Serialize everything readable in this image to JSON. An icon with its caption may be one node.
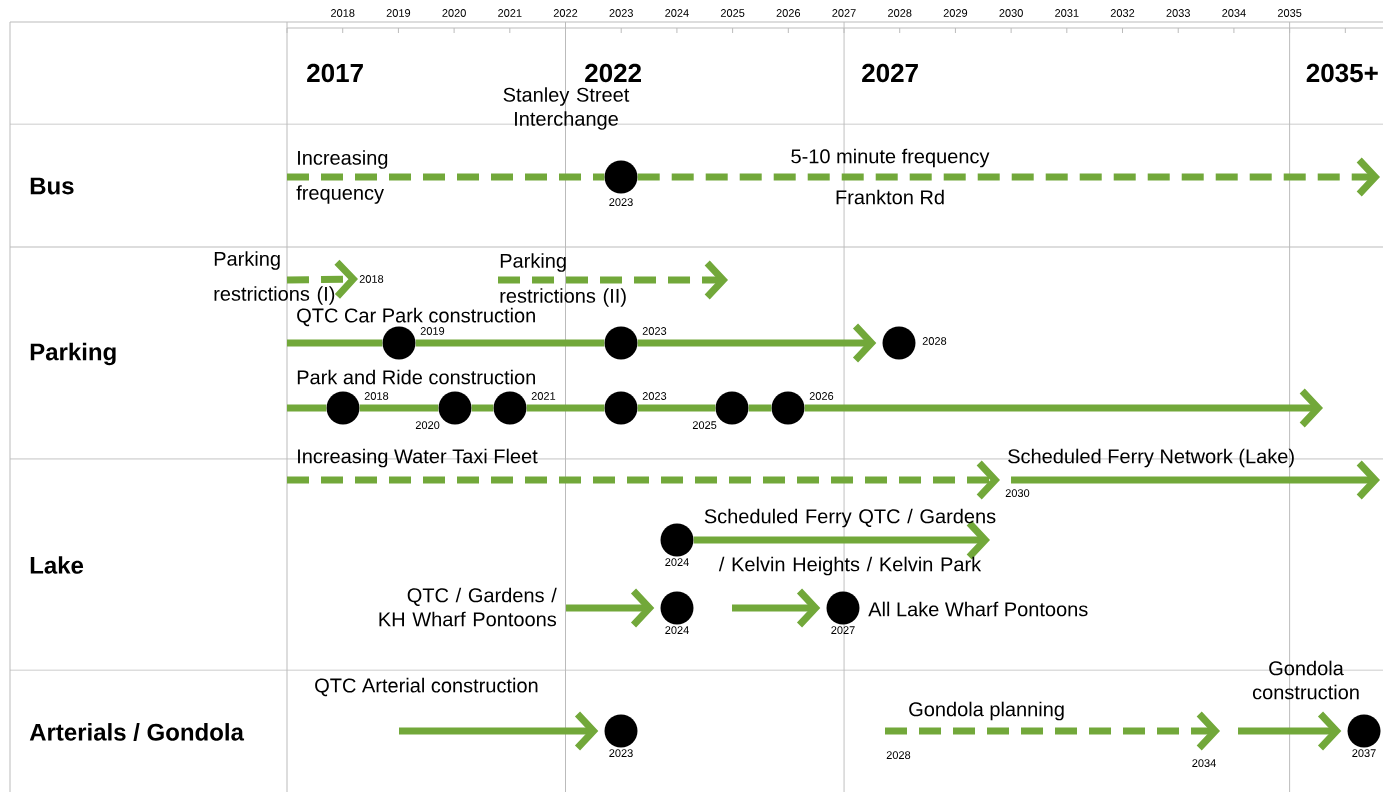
{
  "diagram": {
    "nodes": [
      {
        "text": [],
        "shape": "circle",
        "beside": [
          "Stanley Street Interchange",
          "2023"
        ]
      },
      {
        "text": [],
        "shape": "circle",
        "beside": [
          "2019"
        ]
      },
      {
        "text": [],
        "shape": "circle",
        "beside": [
          "2023"
        ]
      },
      {
        "text": [],
        "shape": "circle",
        "beside": [
          "2028"
        ]
      },
      {
        "text": [],
        "shape": "circle",
        "beside": [
          "2018"
        ]
      },
      {
        "text": [],
        "shape": "circle",
        "beside": [
          "2020"
        ]
      },
      {
        "text": [],
        "shape": "circle",
        "beside": [
          "2021"
        ]
      },
      {
        "text": [],
        "shape": "circle",
        "beside": [
          "2023"
        ]
      },
      {
        "text": [],
        "shape": "circle",
        "beside": [
          "2025"
        ]
      },
      {
        "text": [],
        "shape": "circle",
        "beside": [
          "2026"
        ]
      },
      {
        "text": [],
        "shape": "circle",
        "beside": [
          "2024"
        ]
      },
      {
        "text": [],
        "shape": "circle",
        "beside": [
          "2024"
        ]
      },
      {
        "text": [],
        "shape": "circle",
        "beside": [
          "2027",
          "All Lake Wharf Pontoons"
        ]
      },
      {
        "text": [],
        "shape": "circle",
        "beside": [
          "2023"
        ]
      },
      {
        "text": [],
        "shape": "circle",
        "beside": [
          "2037"
        ]
      },
      {
        "text": [
          "2018"
        ]
      },
      {
        "text": [
          "Parking restrictions (II)"
        ]
      },
      {
        "text": [
          "2030"
        ]
      },
      {
        "text": [
          "2028"
        ]
      },
      {
        "text": [
          "2034"
        ]
      }
    ],
    "edges": [
      {
        "from": null,
        "to": 0,
        "arrow": "none",
        "style": "dashed",
        "label": "Increasing frequency"
      },
      {
        "from": 0,
        "to": null,
        "arrow": "to",
        "style": "dashed",
        "label": "5-10 minute frequency"
      },
      {
        "from": null,
        "to": 1,
        "arrow": "none",
        "label": "QTC Car Park construction"
      },
      {
        "from": 1,
        "to": 2,
        "arrow": "none"
      },
      {
        "from": 2,
        "to": 3,
        "arrow": "to"
      },
      {
        "from": null,
        "to": 4,
        "arrow": "none",
        "label": "Park and Ride construction"
      },
      {
        "from": 4,
        "to": 5,
        "arrow": "none"
      },
      {
        "from": 5,
        "to": 6,
        "arrow": "none"
      },
      {
        "from": 6,
        "to": 7,
        "arrow": "none"
      },
      {
        "from": 7,
        "to": 8,
        "arrow": "none"
      },
      {
        "from": 8,
        "to": 9,
        "arrow": "none"
      },
      {
        "from": 9,
        "to": null,
        "arrow": "to"
      },
      {
        "from": 10,
        "to": null,
        "arrow": "to",
        "label": "Scheduled Ferry QTC / Gardens / Kelvin Heights / Kelvin Park"
      },
      {
        "from": null,
        "to": 11,
        "arrow": "to",
        "label": "QTC / Gardens / KH Wharf Pontoons"
      },
      {
        "from": null,
        "to": 12,
        "arrow": "to"
      },
      {
        "from": null,
        "to": 13,
        "arrow": "to",
        "label": "QTC Arterial construction"
      },
      {
        "from": null,
        "to": 14,
        "arrow": "to",
        "label": "Gondola construction"
      },
      {
        "from": null,
        "to": 15,
        "arrow": "to",
        "style": "dashed",
        "label": "Parking restrictions (I)"
      },
      {
        "from": 16,
        "to": null,
        "arrow": "to",
        "style": "dashed"
      },
      {
        "from": null,
        "to": 17,
        "arrow": "to",
        "style": "dashed",
        "label": "Increasing Water Taxi Fleet"
      },
      {
        "from": 17,
        "to": null,
        "arrow": "to",
        "label": "Scheduled Ferry Network (Lake)"
      },
      {
        "from": 18,
        "to": 19,
        "arrow": "to",
        "style": "dashed",
        "label": "Gondola planning"
      }
    ],
    "labels": [
      "2018",
      "2019",
      "2020",
      "2021",
      "2022",
      "2023",
      "2024",
      "2025",
      "2026",
      "2027",
      "2028",
      "2029",
      "2030",
      "2031",
      "2032",
      "2033",
      "2034",
      "2035",
      "2017",
      "2022",
      "2027",
      "2035+",
      "Bus",
      "Frankton Rd",
      "Parking",
      "Lake",
      "Arterials / Gondola"
    ]
  }
}
